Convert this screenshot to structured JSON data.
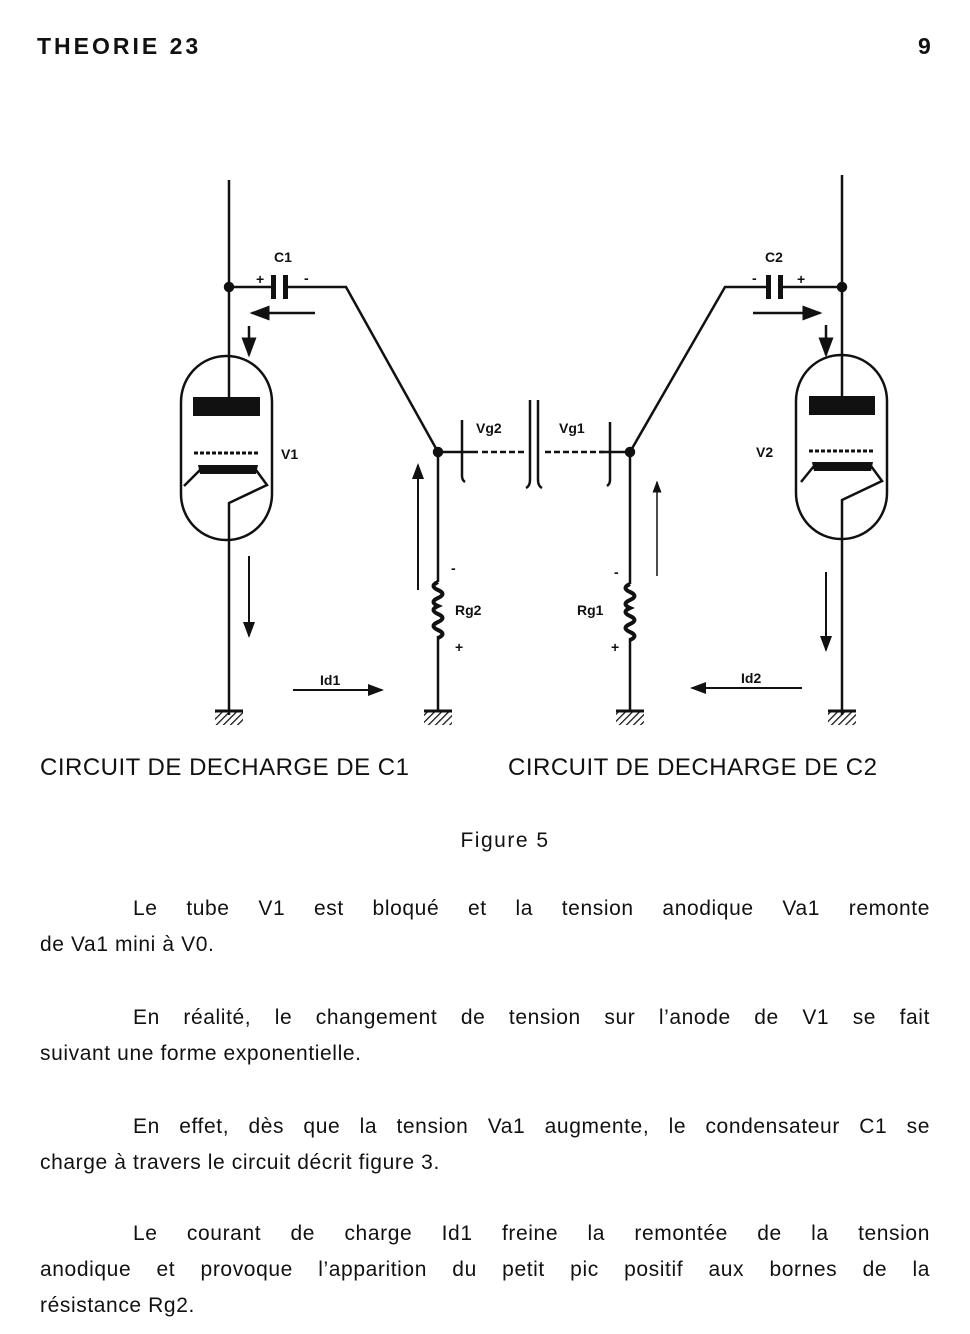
{
  "header": {
    "title": "THEORIE 23",
    "page_number": "9"
  },
  "figure": {
    "labels": {
      "c1": "C1",
      "c2": "C2",
      "v1": "V1",
      "v2": "V2",
      "vg1": "Vg1",
      "vg2": "Vg2",
      "rg1": "Rg1",
      "rg2": "Rg2",
      "id1": "Id1",
      "id2": "Id2",
      "plus": "+",
      "minus": "-"
    },
    "caption_left": "CIRCUIT DE DECHARGE DE C1",
    "caption_right": "CIRCUIT DE DECHARGE DE C2",
    "title": "Figure 5"
  },
  "paragraphs": [
    [
      "Le tube V1 est bloqué et la tension anodique Va1 remonte",
      "de Va1 mini à V0."
    ],
    [
      "En réalité, le changement de tension sur l’anode de V1 se fait",
      "suivant une forme exponentielle."
    ],
    [
      "En effet, dès que la tension Va1 augmente, le condensateur C1 se",
      "charge à travers le circuit décrit figure 3."
    ],
    [
      "Le courant de charge Id1 freine la remontée de la tension",
      "anodique et provoque l’apparition du petit pic positif aux bornes de la",
      "résistance Rg2."
    ]
  ]
}
